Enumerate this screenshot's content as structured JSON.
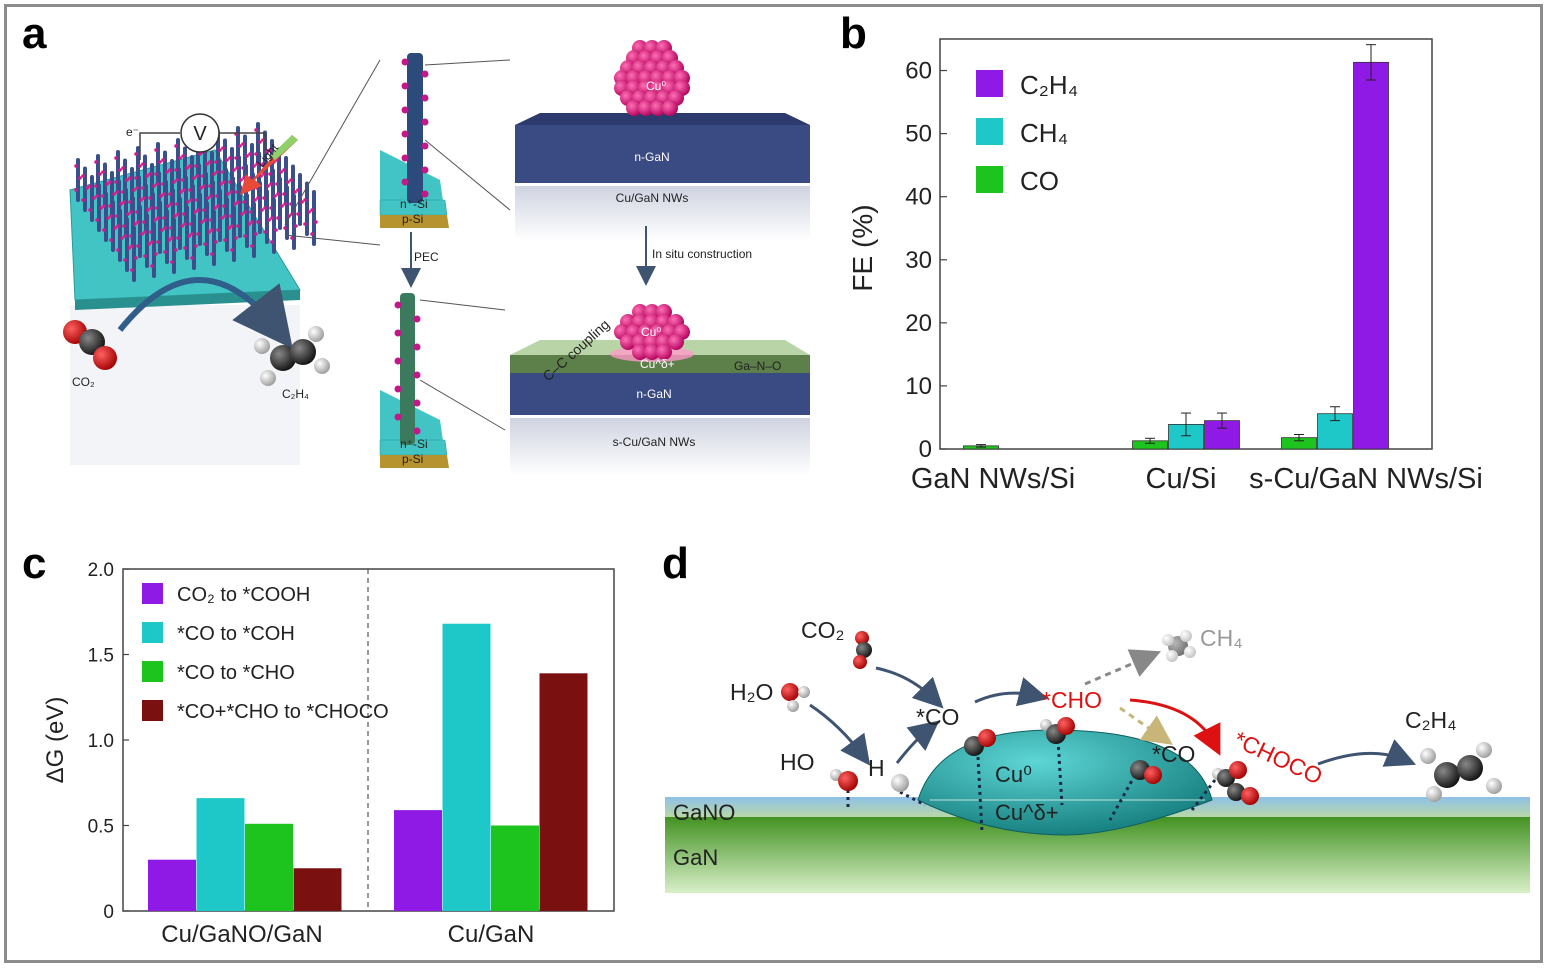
{
  "panels": {
    "a": "a",
    "b": "b",
    "c": "c",
    "d": "d"
  },
  "schematic_a": {
    "electron": "e⁻",
    "voltmeter": "V",
    "light": "Light",
    "n_si": "n⁺-Si",
    "p_si": "p-Si",
    "co2": "CO₂",
    "c2h4": "C₂H₄",
    "pec": "PEC",
    "in_situ": "In situ construction",
    "cu0": "Cu⁰",
    "cu_delta": "Cu^δ+",
    "n_gan": "n-GaN",
    "cu_gan_nws": "Cu/GaN NWs",
    "s_cu_gan_nws": "s-Cu/GaN NWs",
    "cc_coupling": "C–C coupling",
    "ga_n_o": "Ga–N–O"
  },
  "diagram_d": {
    "co2": "CO₂",
    "h2o": "H₂O",
    "ho": "HO",
    "h": "H",
    "co_a": "*CO",
    "cho": "*CHO",
    "co_b": "*CO",
    "choco": "*CHOCO",
    "ch4": "CH₄",
    "c2h4": "C₂H₄",
    "cu0": "Cu⁰",
    "cu_delta": "Cu^δ+",
    "gano": "GaNO",
    "gan": "GaN"
  },
  "chart_data": [
    {
      "type": "bar",
      "panel": "b",
      "categories": [
        "GaN NWs/Si",
        "Cu/Si",
        "s-Cu/GaN NWs/Si"
      ],
      "series": [
        {
          "name": "CO",
          "values": [
            0.5,
            1.3,
            1.8
          ],
          "errors": [
            0.2,
            0.4,
            0.5
          ],
          "color": "#1ec41e"
        },
        {
          "name": "CH₄",
          "values": [
            0,
            3.9,
            5.6
          ],
          "errors": [
            0,
            1.8,
            1.1
          ],
          "color": "#1fc8c8"
        },
        {
          "name": "C₂H₄",
          "values": [
            0,
            4.5,
            61.3
          ],
          "errors": [
            0,
            1.2,
            2.8
          ],
          "color": "#8f1ae6"
        }
      ],
      "legend_order": [
        "C₂H₄",
        "CH₄",
        "CO"
      ],
      "legend_position": "top-left",
      "ylabel": "FE (%)",
      "ylim": [
        0,
        65
      ],
      "yticks": [
        0,
        10,
        20,
        30,
        40,
        50,
        60
      ]
    },
    {
      "type": "bar",
      "panel": "c",
      "categories": [
        "Cu/GaNO/GaN",
        "Cu/GaN"
      ],
      "series": [
        {
          "name": "CO₂ to *COOH",
          "values": [
            0.3,
            0.59
          ],
          "color": "#8f1ae6"
        },
        {
          "name": "*CO to *COH",
          "values": [
            0.66,
            1.68
          ],
          "color": "#1fc8c8"
        },
        {
          "name": "*CO to *CHO",
          "values": [
            0.51,
            0.5
          ],
          "color": "#1ec41e"
        },
        {
          "name": "*CO+*CHO to *CHOCO",
          "values": [
            0.25,
            1.39
          ],
          "color": "#7a1010"
        }
      ],
      "legend_position": "top-left",
      "ylabel": "ΔG (eV)",
      "ylim": [
        0,
        2.0
      ],
      "yticks": [
        "0",
        "0.5",
        "1.0",
        "1.5",
        "2.0"
      ],
      "divider": "dashed"
    }
  ]
}
